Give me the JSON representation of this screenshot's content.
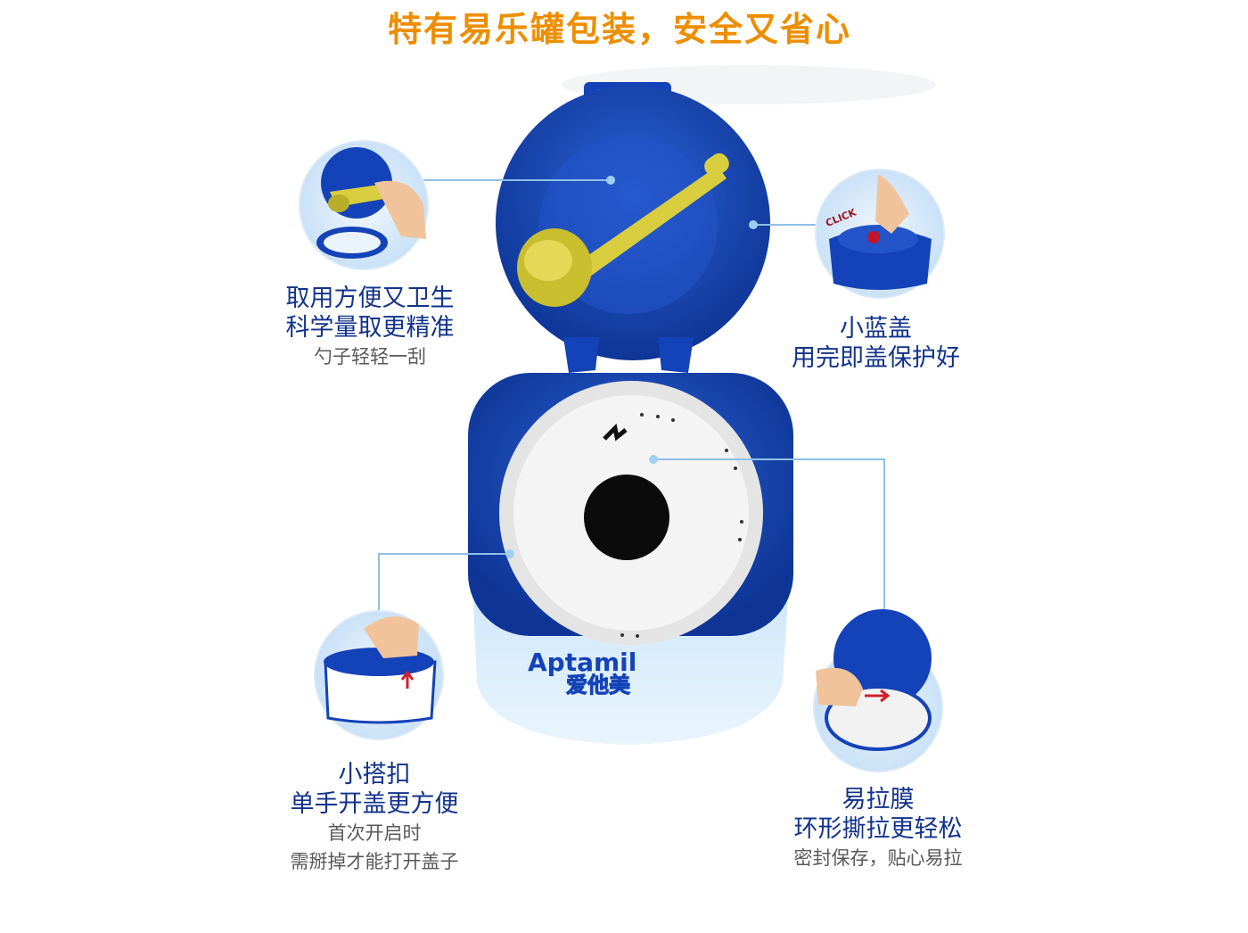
{
  "title": "特有易乐罐包装，安全又省心",
  "colors": {
    "title": "#ED8E00",
    "heading": "#12338A",
    "sub": "#595959",
    "can_blue": "#1442B8",
    "scoop_yellow": "#D8CD3F",
    "leader": "#8FC0E6"
  },
  "features": {
    "scoop": {
      "line1": "取用方便又卫生",
      "line2": "科学量取更精准",
      "sub": "勺子轻轻一刮"
    },
    "lid": {
      "line1": "小蓝盖",
      "line2": "用完即盖保护好"
    },
    "clasp": {
      "line1": "小搭扣",
      "line2": "单手开盖更方便",
      "sub1": "首次开启时",
      "sub2": "需掰掉才能打开盖子"
    },
    "seal": {
      "line1": "易拉膜",
      "line2": "环形撕拉更轻松",
      "sub": "密封保存，贴心易拉"
    }
  },
  "product": {
    "brand": "Aptamil",
    "brand_cn": "爱他美",
    "click_text": "CLICK"
  }
}
